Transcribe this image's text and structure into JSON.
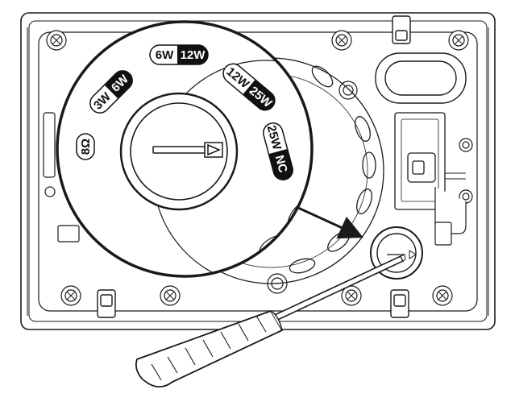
{
  "tap_selector": {
    "settings": [
      {
        "low": "3W",
        "high": "6W"
      },
      {
        "low": "6W",
        "high": "12W"
      },
      {
        "low": "12W",
        "high": "25W"
      },
      {
        "low": "25W",
        "high": "NC"
      }
    ],
    "impedance_label": "8Ω"
  },
  "colors": {
    "line": "#1a1a1a",
    "label_fill": "#111111",
    "label_text_on_dark": "#ffffff",
    "background": "#ffffff"
  },
  "icons": {
    "screwdriver": "screwdriver-icon",
    "pointer_arrow": "arrow-icon",
    "slot_triangle": "triangle-icon"
  }
}
